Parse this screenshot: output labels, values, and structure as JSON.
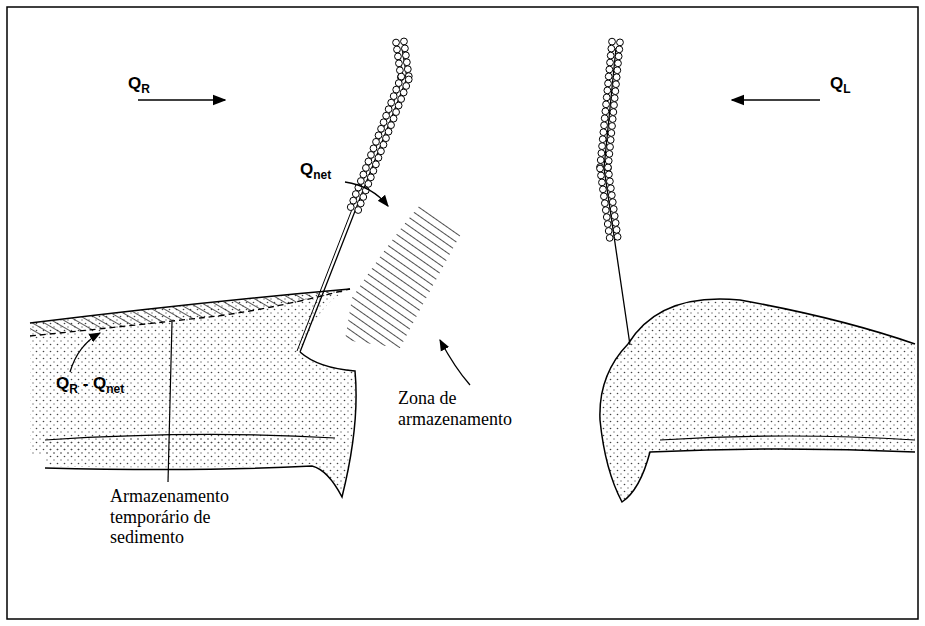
{
  "diagram": {
    "labels": [
      "QR",
      "Qnet",
      "QL",
      "QR - Qnet",
      "Zona de armazenamento",
      "Armazenamento temporário de sedimento"
    ]
  }
}
